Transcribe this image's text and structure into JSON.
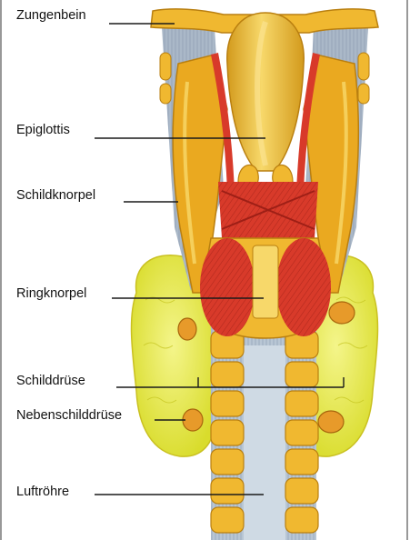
{
  "labels": {
    "hyoid": "Zungenbein",
    "epiglottis": "Epiglottis",
    "thyroid_cartilage": "Schildknorpel",
    "cricoid": "Ringknorpel",
    "thyroid_gland": "Schilddrüse",
    "parathyroid": "Nebenschilddrüse",
    "trachea": "Luftröhre"
  },
  "colors": {
    "cartilage": "#f0b830",
    "cartilage_light": "#f7d86a",
    "cartilage_dark": "#b97f10",
    "muscle": "#d83a2a",
    "muscle_dark": "#9e1f16",
    "thyroid": "#e4e63a",
    "thyroid_light": "#f4f58a",
    "membrane": "#aab8c8",
    "parathyroid": "#e79a2a",
    "line": "#1a1a1a",
    "frame": "#555555"
  }
}
